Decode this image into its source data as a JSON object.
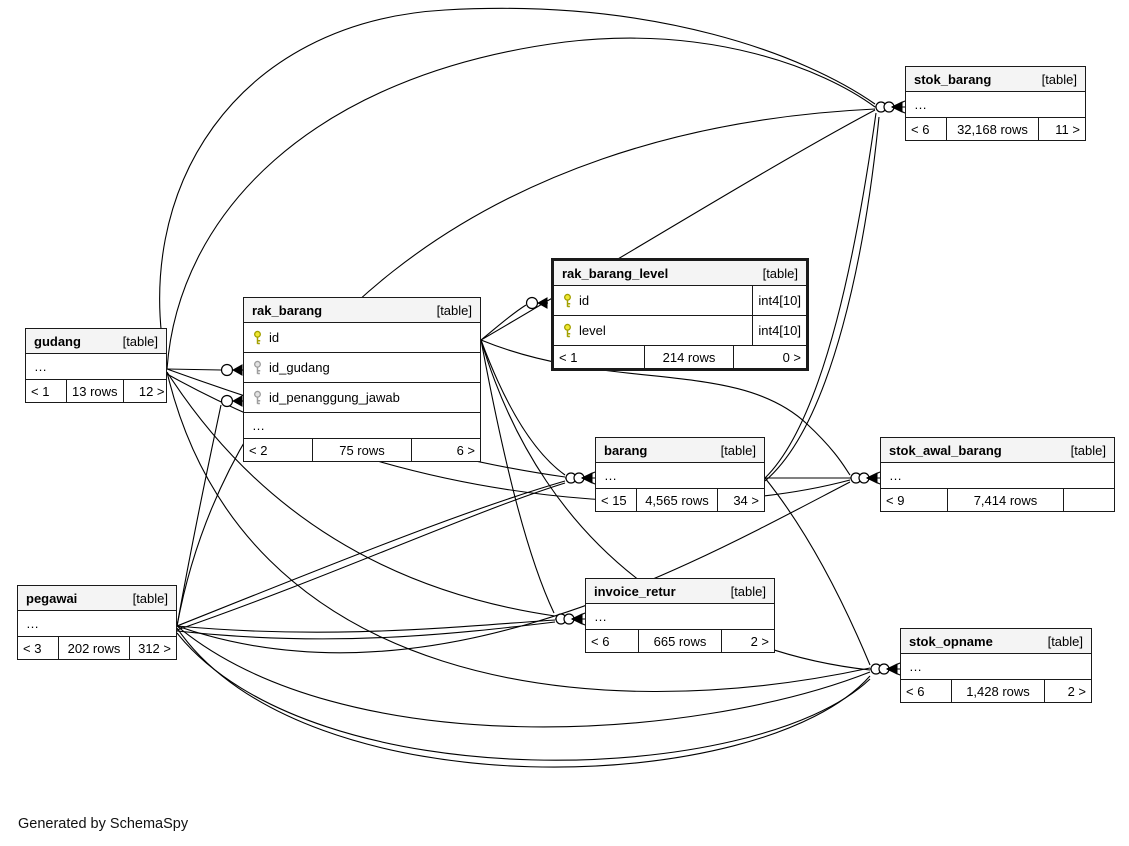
{
  "note": "Generated by SchemaSpy",
  "colors": {
    "line": "#000000",
    "header_bg": "#f4f4f4",
    "primary_key": "#f0e832",
    "foreign_key": "#d9d9d9"
  },
  "tables": [
    {
      "name": "stok_barang",
      "type_label": "[table]",
      "columns": [
        {
          "name": "…"
        }
      ],
      "stats": {
        "imported": "< 6",
        "rows": "32,168 rows",
        "exported": "11 >"
      }
    },
    {
      "name": "rak_barang_level",
      "type_label": "[table]",
      "columns": [
        {
          "name": "id",
          "key": "primary",
          "type": "int4[10]"
        },
        {
          "name": "level",
          "key": "primary",
          "type": "int4[10]"
        }
      ],
      "stats": {
        "imported": "< 1",
        "rows": "214 rows",
        "exported": "0 >"
      }
    },
    {
      "name": "rak_barang",
      "type_label": "[table]",
      "columns": [
        {
          "name": "id",
          "key": "primary"
        },
        {
          "name": "id_gudang",
          "key": "foreign"
        },
        {
          "name": "id_penanggung_jawab",
          "key": "foreign"
        },
        {
          "name": "…"
        }
      ],
      "stats": {
        "imported": "< 2",
        "rows": "75 rows",
        "exported": "6 >"
      }
    },
    {
      "name": "gudang",
      "type_label": "[table]",
      "columns": [
        {
          "name": "…"
        }
      ],
      "stats": {
        "imported": "< 1",
        "rows": "13 rows",
        "exported": "12 >"
      }
    },
    {
      "name": "barang",
      "type_label": "[table]",
      "columns": [
        {
          "name": "…"
        }
      ],
      "stats": {
        "imported": "< 15",
        "rows": "4,565 rows",
        "exported": "34 >"
      }
    },
    {
      "name": "stok_awal_barang",
      "type_label": "[table]",
      "columns": [
        {
          "name": "…"
        }
      ],
      "stats": {
        "imported": "< 9",
        "rows": "7,414 rows",
        "exported": ""
      }
    },
    {
      "name": "pegawai",
      "type_label": "[table]",
      "columns": [
        {
          "name": "…"
        }
      ],
      "stats": {
        "imported": "< 3",
        "rows": "202 rows",
        "exported": "312 >"
      }
    },
    {
      "name": "invoice_retur",
      "type_label": "[table]",
      "columns": [
        {
          "name": "…"
        }
      ],
      "stats": {
        "imported": "< 6",
        "rows": "665 rows",
        "exported": "2 >"
      }
    },
    {
      "name": "stok_opname",
      "type_label": "[table]",
      "columns": [
        {
          "name": "…"
        }
      ],
      "stats": {
        "imported": "< 6",
        "rows": "1,428 rows",
        "exported": "2 >"
      }
    }
  ]
}
